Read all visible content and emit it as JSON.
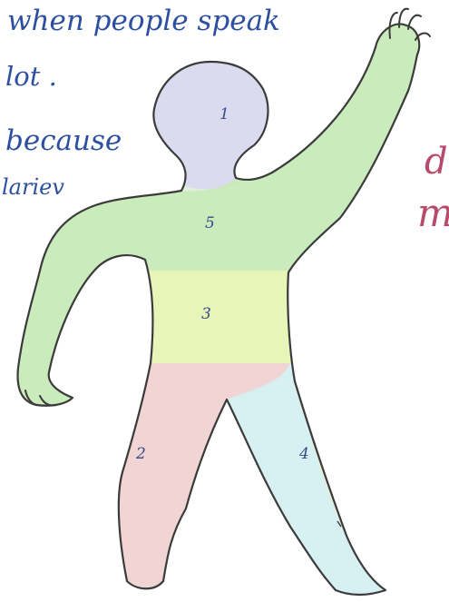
{
  "handwriting": {
    "line1": "when people speak",
    "line2": "lot .",
    "line3": "because",
    "line4": "lariev",
    "right_fragment_1": "d",
    "right_fragment_2": "m"
  },
  "body_regions": [
    {
      "label": "1",
      "part": "head",
      "color": "#d9d9ee"
    },
    {
      "label": "5",
      "part": "chest-and-arms",
      "color": "#c8eab8"
    },
    {
      "label": "3",
      "part": "belly",
      "color": "#e6f3b4"
    },
    {
      "label": "2",
      "part": "left-leg",
      "color": "#f0cfd0"
    },
    {
      "label": "4",
      "part": "right-leg",
      "color": "#d5eef0"
    }
  ],
  "colors": {
    "ink_blue": "#2d4fa0",
    "ink_pink": "#b84a6c",
    "outline": "#3b3b3b"
  }
}
